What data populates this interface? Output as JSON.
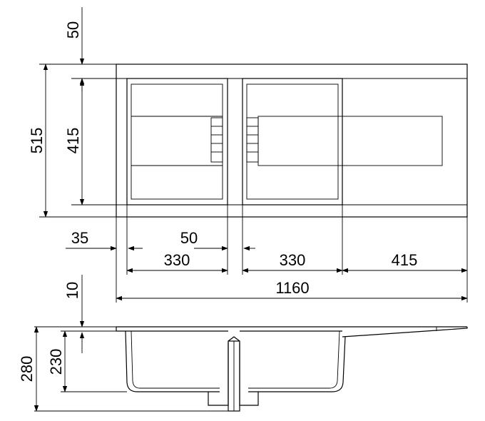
{
  "dimensions": {
    "top_offset": "50",
    "overall_depth": "515",
    "bowl_depth": "415",
    "left_margin": "35",
    "bowl_gap": "50",
    "bowl1_width": "330",
    "bowl2_width": "330",
    "drainer_width": "415",
    "overall_length": "1160",
    "rim_thickness": "10",
    "bowl_height": "230",
    "total_height": "280"
  },
  "colors": {
    "line": "#000000",
    "background": "#ffffff"
  }
}
